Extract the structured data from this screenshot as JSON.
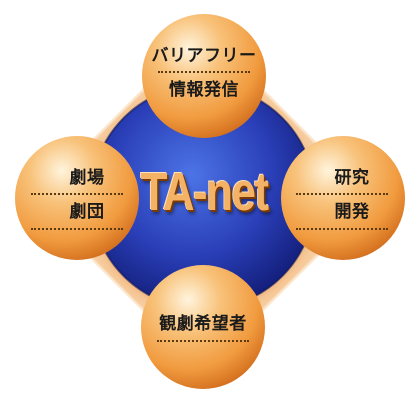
{
  "center": {
    "label": "TA-net"
  },
  "nodes": {
    "top": {
      "line1": "バリアフリー",
      "line2": "情報発信"
    },
    "left": {
      "line1": "劇場",
      "line2": "劇団"
    },
    "right": {
      "line1": "研究",
      "line2": "開発"
    },
    "bottom": {
      "line1": "観劇希望者"
    }
  },
  "colors": {
    "ring_outer": "#f3b87c",
    "ring_inner": "#e46d2a",
    "core_dark": "#15208a",
    "core_light": "#3c5fd8",
    "node_orange": "#f5a24a",
    "node_highlight": "#fff1d6",
    "text_orange": "#f4b266"
  },
  "icons": [
    "diamond-ring",
    "sphere-node"
  ]
}
